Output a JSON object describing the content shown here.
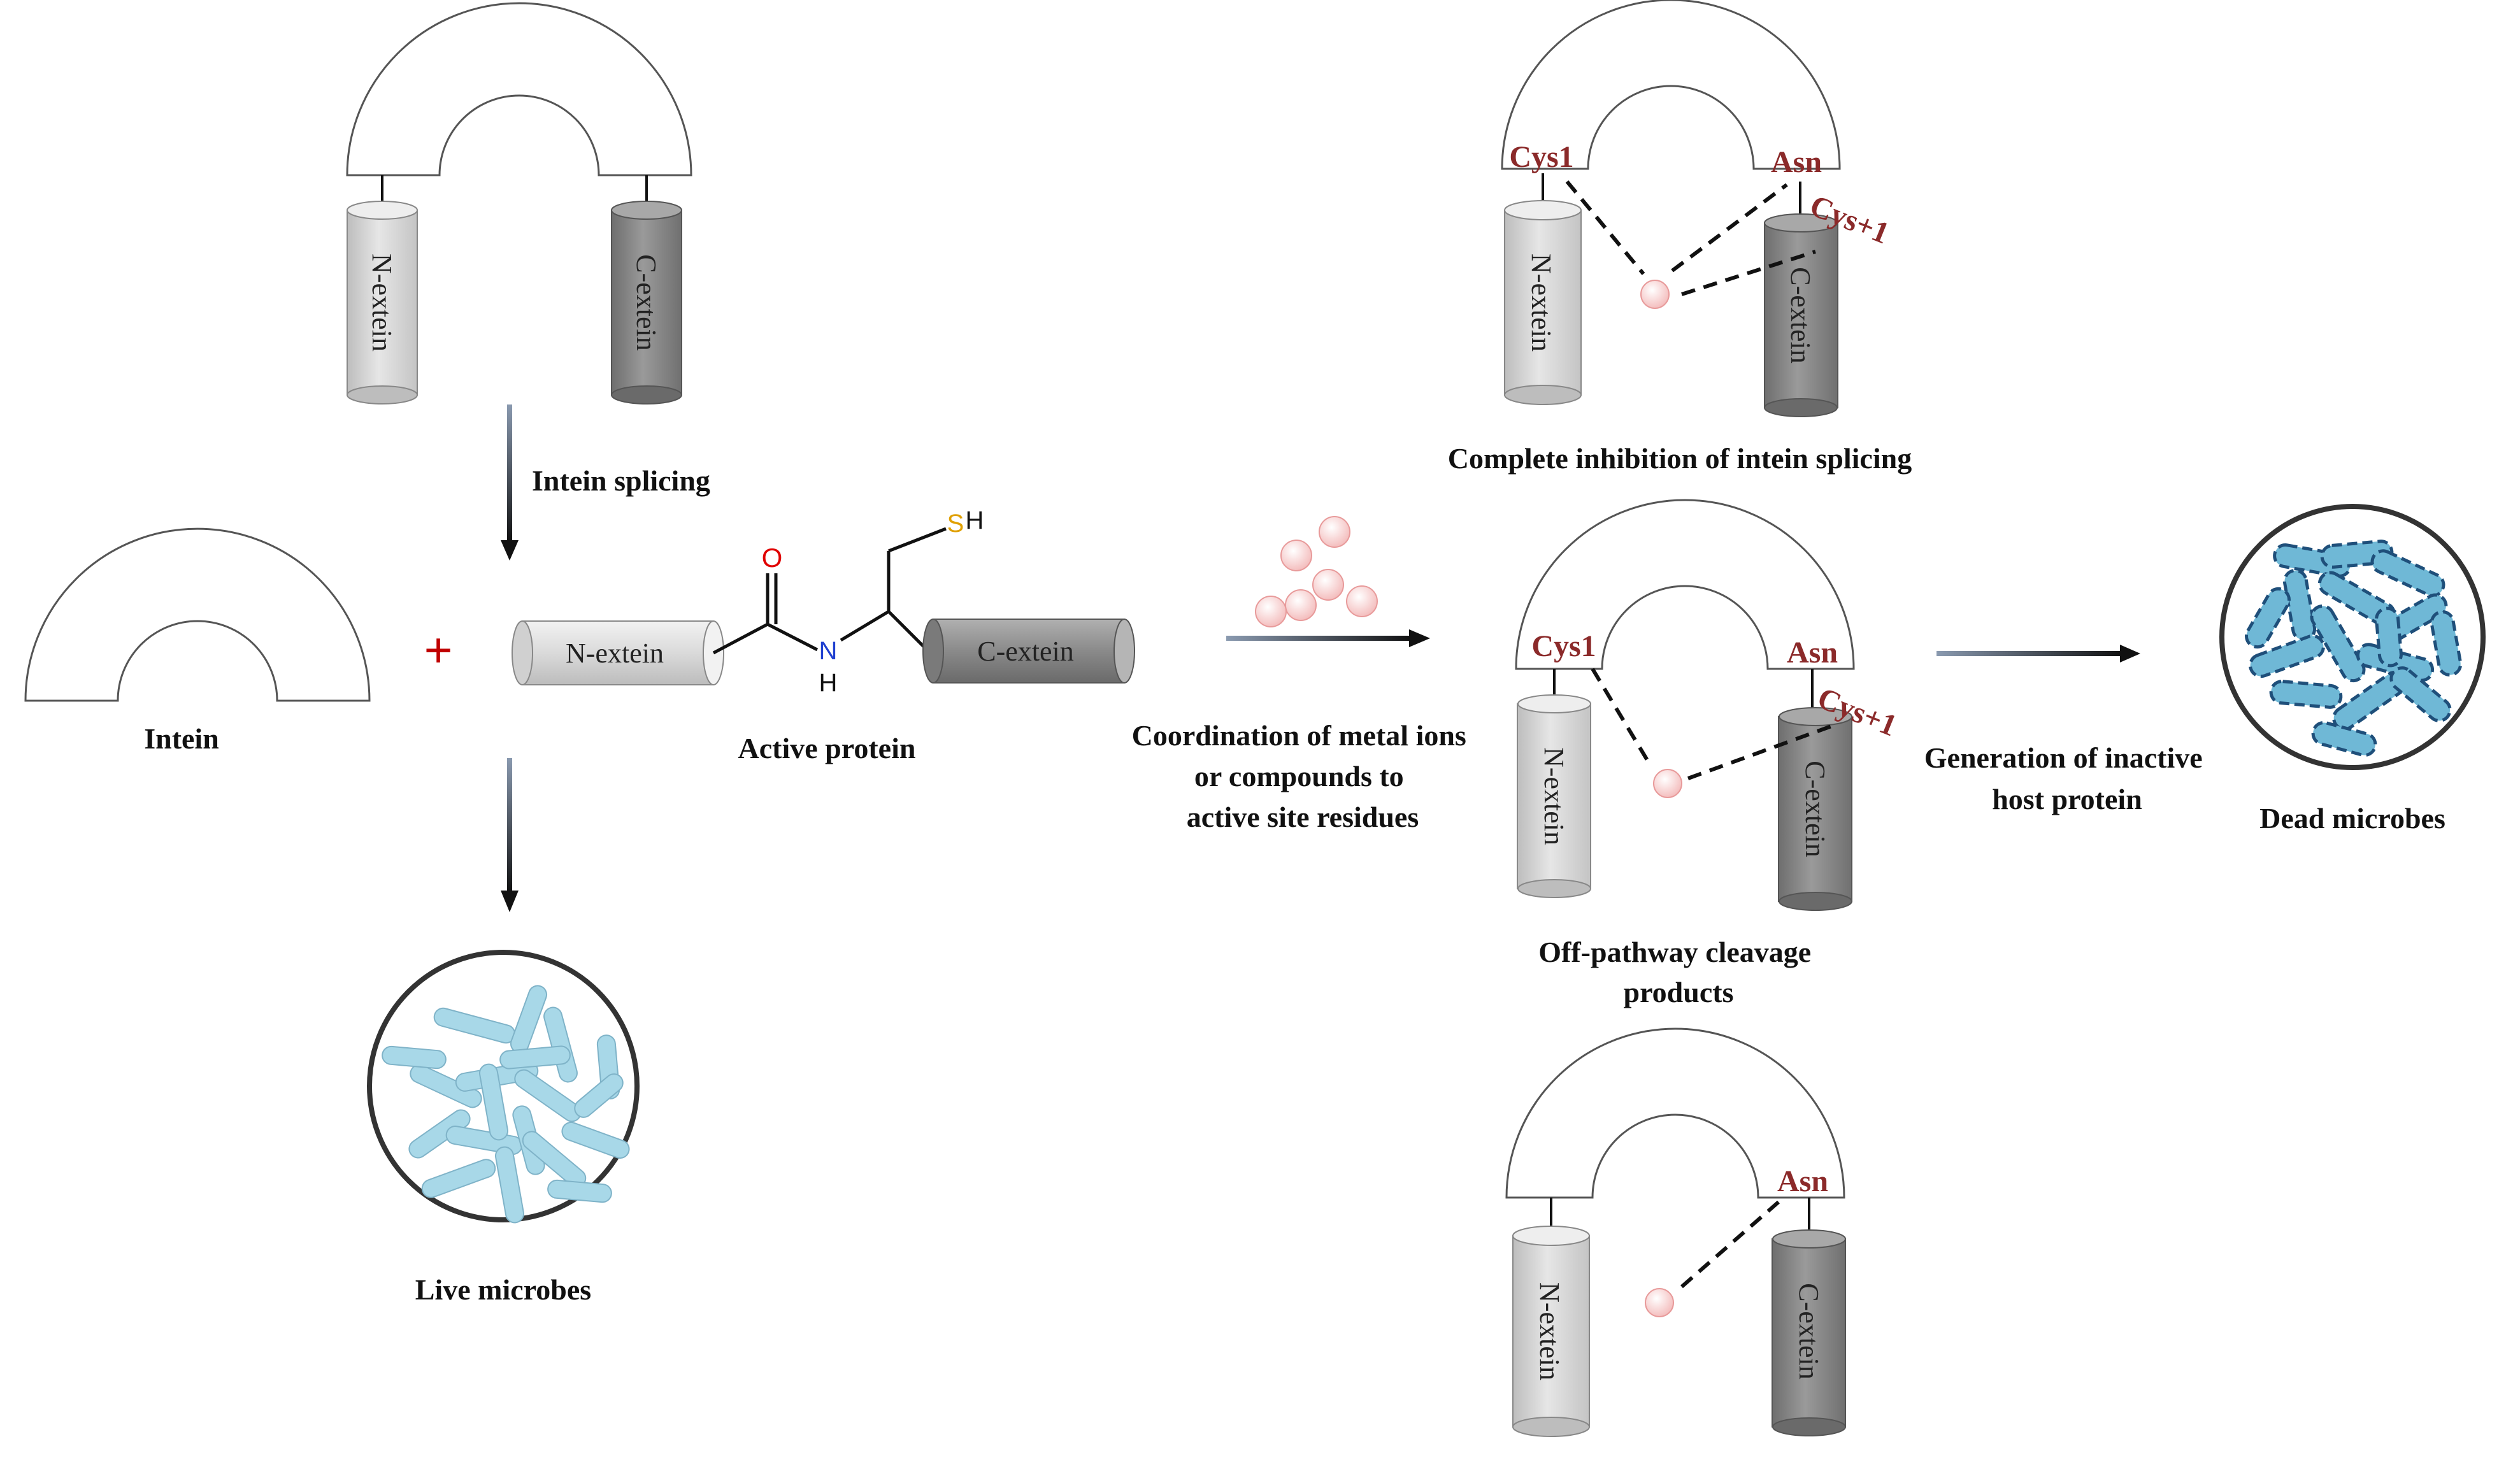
{
  "labels": {
    "n_extein": "N-extein",
    "c_extein": "C-extein",
    "intein_splicing": "Intein splicing",
    "intein": "Intein",
    "plus": "+",
    "active_protein": "Active protein",
    "live_microbes": "Live microbes",
    "complete_inhibition": "Complete inhibition  of intein splicing",
    "coordination_line1": "Coordination of metal ions",
    "coordination_line2": "or compounds to",
    "coordination_line3": "active site residues",
    "off_pathway_line1": "Off-pathway cleavage",
    "off_pathway_line2": "products",
    "generation_line1": "Generation of inactive",
    "generation_line2": "host protein",
    "dead_microbes": "Dead microbes"
  },
  "residues": {
    "cys1": "Cys1",
    "asn": "Asn",
    "cys_plus1": "Cys+1"
  },
  "chemistry": {
    "oxygen": "O",
    "nitrogen": "N",
    "hydrogen": "H",
    "sulfur": "S",
    "sulfur_hydrogen": "H"
  },
  "colors": {
    "n_extein_fill": "#d9d9d9",
    "c_extein_fill": "#8c8c8c",
    "residue_text": "#8b2a2a",
    "microbe_live": "#a8d8e8",
    "microbe_dead": "#6fb8d6",
    "metal_ion": "#f6c8c8",
    "plus_sign": "#c00000",
    "oxygen": "#e00000",
    "nitrogen": "#2040d0",
    "sulfur": "#e0a000"
  }
}
